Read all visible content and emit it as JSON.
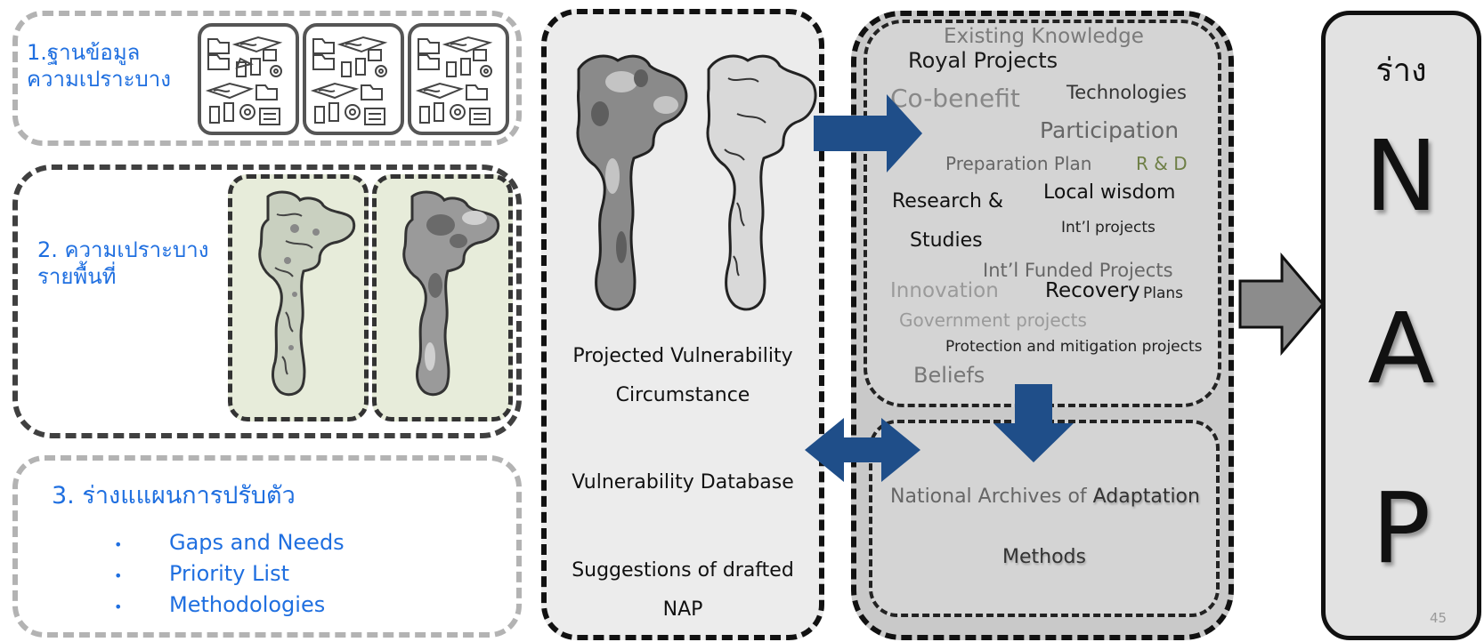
{
  "left": {
    "section1": {
      "line1": "1.ฐานข้อมูล",
      "line2": "ความเปราะบาง"
    },
    "section2": {
      "line1": "2. ความเปราะบาง",
      "line2": "รายพื้นที่"
    },
    "section3": {
      "title": "3. ร่างแแผนการปรับตัว",
      "items": [
        "Gaps and Needs",
        "Priority List",
        "Methodologies"
      ]
    }
  },
  "middle": {
    "projected_l1": "Projected Vulnerability",
    "projected_l2": "Circumstance",
    "database": "Vulnerability Database",
    "suggest_l1": "Suggestions of drafted",
    "suggest_l2": "NAP"
  },
  "cloud": {
    "existing": "Existing Knowledge",
    "royal": "Royal Projects",
    "cobenefit": "Co-benefit",
    "technologies": "Technologies",
    "participation": "Participation",
    "preparation": "Preparation Plan",
    "rd": "R & D",
    "research": "Research &",
    "studies": "Studies",
    "local": "Local wisdom",
    "intl_projects": "Int’l projects",
    "intl_funded": "Int’l Funded Projects",
    "innovation": "Innovation",
    "recovery": "Recovery",
    "plans": "Plans",
    "government": "Government projects",
    "protection": "Protection and mitigation projects",
    "beliefs": "Beliefs"
  },
  "archive": {
    "line1a": "National Archives of ",
    "line1b": "Adaptation",
    "line2": "Methods"
  },
  "nap": {
    "draft": "ร่าง",
    "n": "N",
    "a": "A",
    "p": "P"
  },
  "page_number": "45",
  "colors": {
    "blue_text": "#1f6fe0",
    "arrow_blue": "#1f4e89",
    "arrow_gray": "#8c8c8c"
  }
}
